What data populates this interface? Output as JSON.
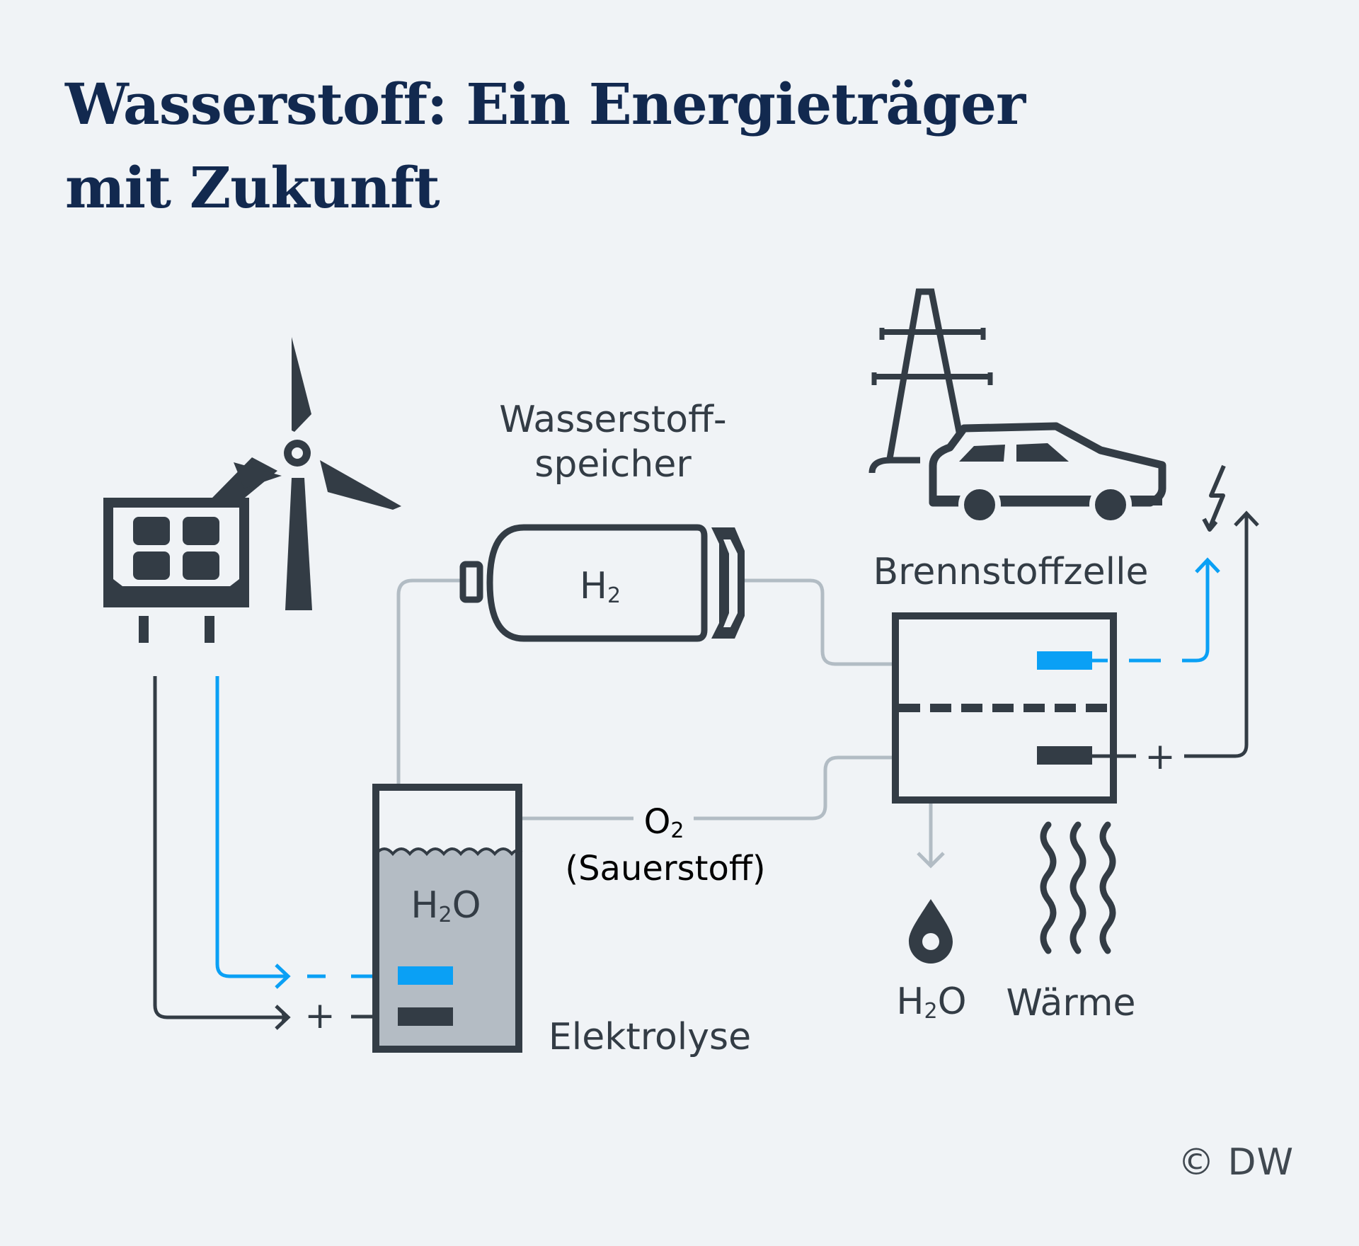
{
  "title": {
    "line1": "Wasserstoff: Ein Energieträger",
    "line2": "mit Zukunft"
  },
  "labels": {
    "storage_line1": "Wasserstoff-",
    "storage_line2": "speicher",
    "tank_h": "H",
    "tank_sub": "2",
    "fuel_cell": "Brennstoffzelle",
    "electrolyzer_h": "H",
    "electrolyzer_sub": "2",
    "electrolyzer_o": "O",
    "oxygen_o": "O",
    "oxygen_sub": "2",
    "oxygen_name": "(Sauerstoff)",
    "electrolysis": "Elektrolyse",
    "water_h": "H",
    "water_sub": "2",
    "water_o": "O",
    "heat": "Wärme",
    "plus_left": "+",
    "plus_right": "+"
  },
  "credit": "© DW",
  "colors": {
    "dark": "#333c45",
    "blue": "#0aa0f5",
    "pipe_gray": "#b2bcc4",
    "water_fill": "#b4bcc4",
    "background": "#f0f3f6",
    "title": "#12294f"
  }
}
